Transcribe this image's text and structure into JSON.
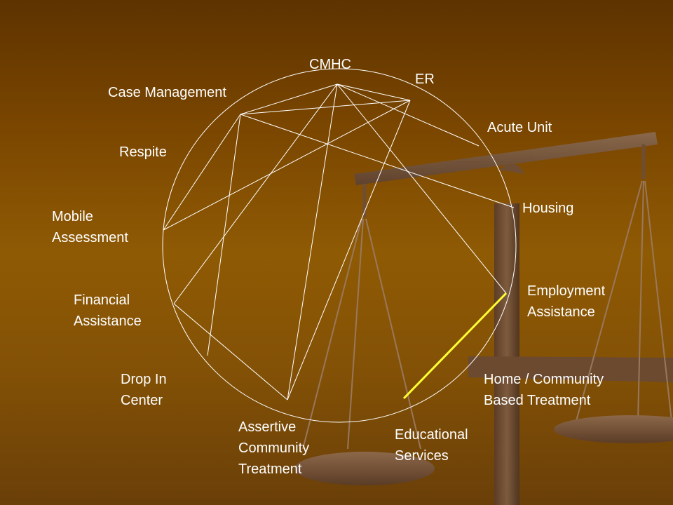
{
  "diagram": {
    "nodes": [
      {
        "id": "cmhc",
        "lines": [
          "CMHC"
        ]
      },
      {
        "id": "er",
        "lines": [
          "ER"
        ]
      },
      {
        "id": "case-management",
        "lines": [
          "Case Management"
        ]
      },
      {
        "id": "acute-unit",
        "lines": [
          "Acute Unit"
        ]
      },
      {
        "id": "respite",
        "lines": [
          "Respite"
        ]
      },
      {
        "id": "housing",
        "lines": [
          "Housing"
        ]
      },
      {
        "id": "mobile-assessment",
        "lines": [
          "Mobile",
          "Assessment"
        ]
      },
      {
        "id": "employment-assistance",
        "lines": [
          "Employment",
          "Assistance"
        ]
      },
      {
        "id": "financial-assistance",
        "lines": [
          "Financial",
          "Assistance"
        ]
      },
      {
        "id": "drop-in-center",
        "lines": [
          "Drop In",
          "Center"
        ]
      },
      {
        "id": "home-community",
        "lines": [
          "Home / Community",
          "Based Treatment"
        ]
      },
      {
        "id": "act",
        "lines": [
          "Assertive",
          "Community",
          "Treatment"
        ]
      },
      {
        "id": "educational-services",
        "lines": [
          "Educational",
          "Services"
        ]
      }
    ],
    "connections": [
      {
        "from": "cmhc",
        "to": "case-management"
      },
      {
        "from": "cmhc",
        "to": "er"
      },
      {
        "from": "cmhc",
        "to": "acute-unit"
      },
      {
        "from": "cmhc",
        "to": "financial-assistance"
      },
      {
        "from": "cmhc",
        "to": "act"
      },
      {
        "from": "cmhc",
        "to": "employment-assistance"
      },
      {
        "from": "case-management",
        "to": "er"
      },
      {
        "from": "case-management",
        "to": "housing"
      },
      {
        "from": "case-management",
        "to": "mobile-assessment"
      },
      {
        "from": "case-management",
        "to": "drop-in-center"
      },
      {
        "from": "er",
        "to": "mobile-assessment"
      },
      {
        "from": "er",
        "to": "act"
      },
      {
        "from": "financial-assistance",
        "to": "act"
      },
      {
        "from": "employment-assistance",
        "to": "educational-services",
        "highlight": true
      }
    ],
    "colors": {
      "line": "#ffffff",
      "highlight": "#ffff33",
      "text": "#ffffff"
    }
  }
}
